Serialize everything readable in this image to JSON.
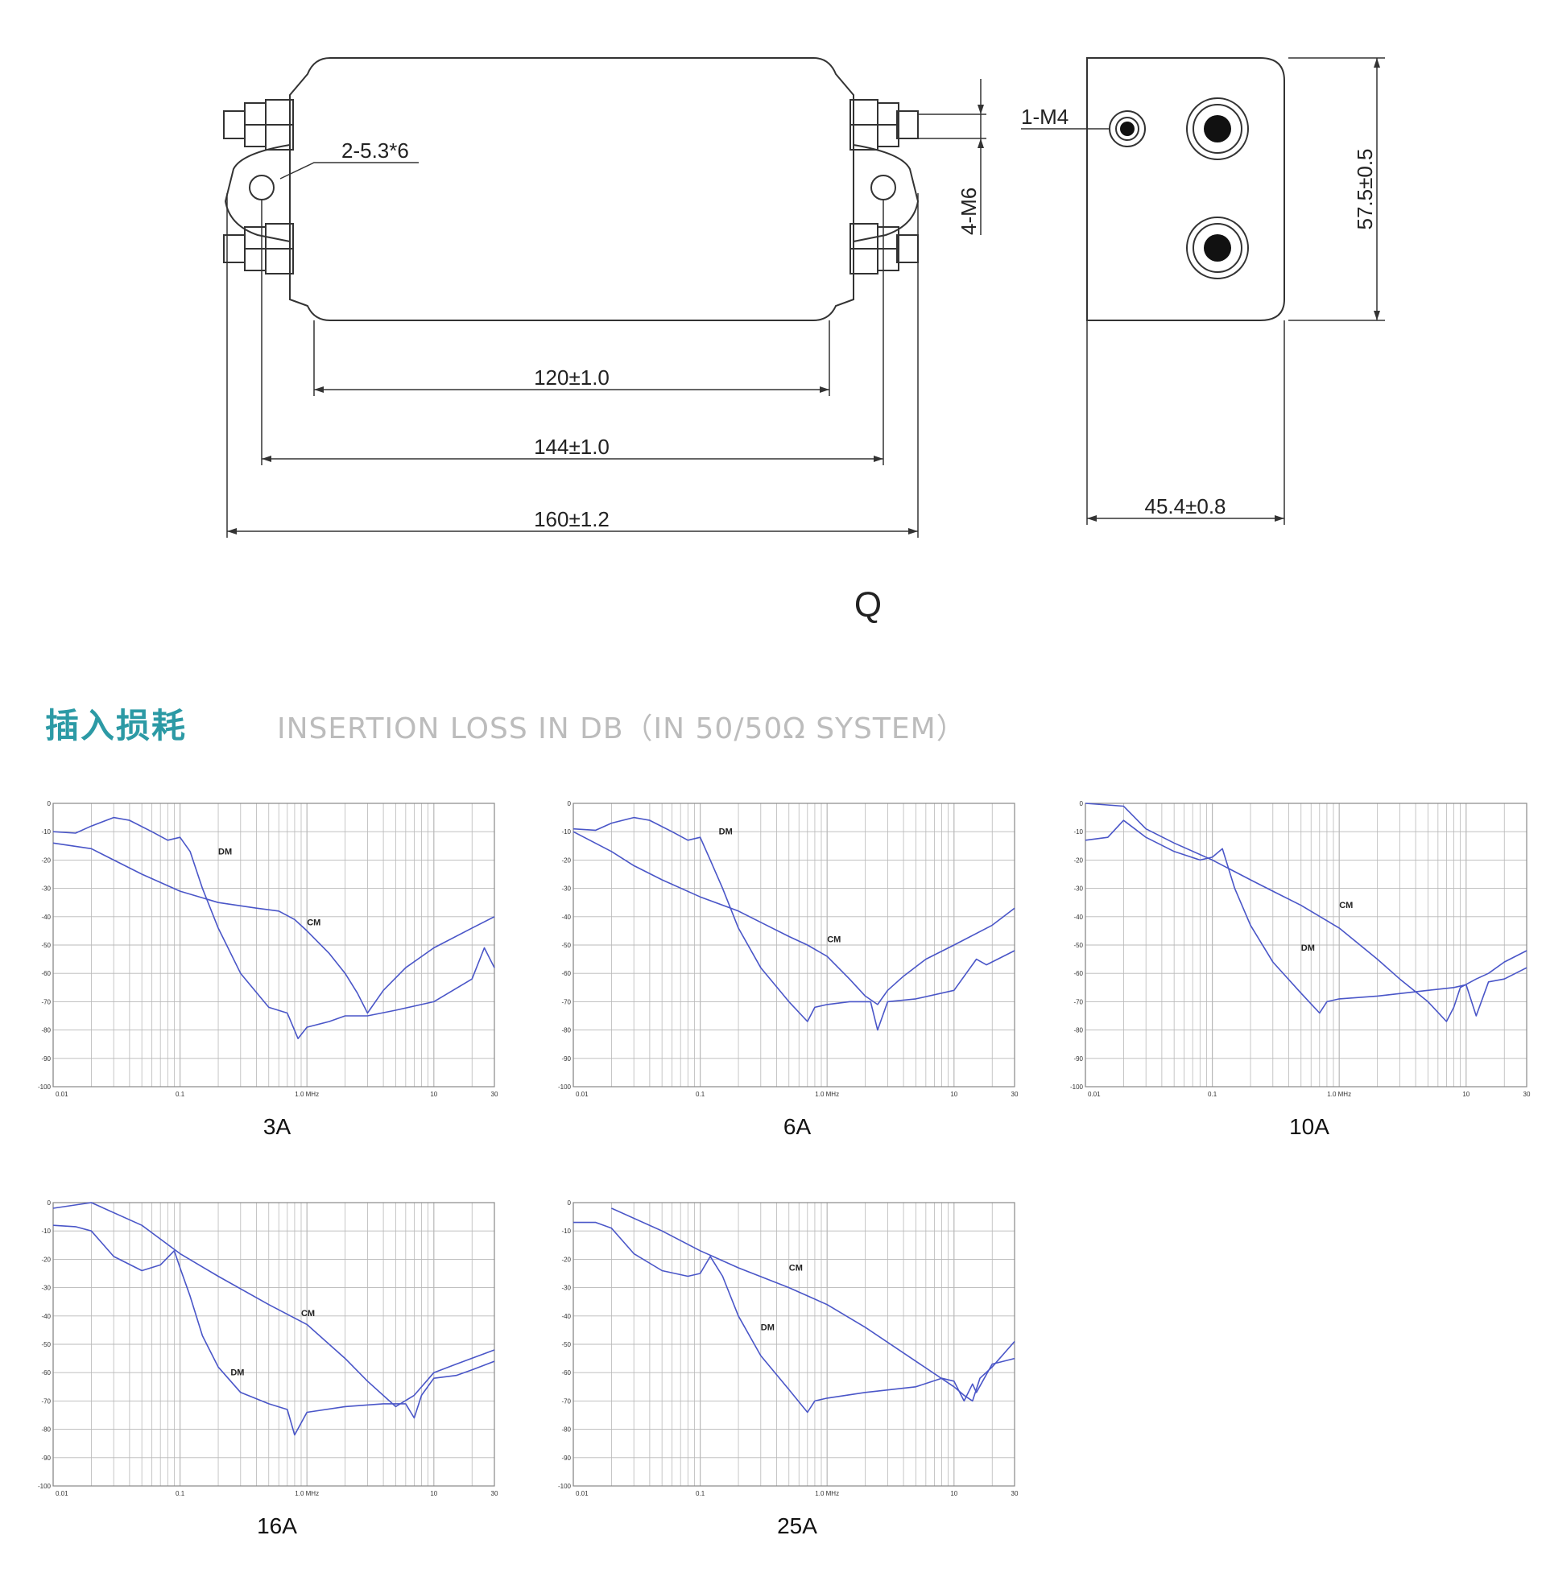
{
  "drawing": {
    "label_hole": "2-5.3*6",
    "label_m6": "4-M6",
    "label_m4": "1-M4",
    "dim_120": "120±1.0",
    "dim_144": "144±1.0",
    "dim_160": "160±1.2",
    "dim_height": "57.5±0.5",
    "dim_depth": "45.4±0.8",
    "model": "Q"
  },
  "section": {
    "title_cn": "插入损耗",
    "title_en": "INSERTION LOSS IN DB（IN 50/50Ω SYSTEM）"
  },
  "colors": {
    "curve": "#4a56c8",
    "grid": "#b8b8b8",
    "accent": "#2c9aa5"
  },
  "chart_data": [
    {
      "type": "line",
      "title": "3A",
      "scale_x": "log",
      "xlim": [
        0.01,
        30
      ],
      "ylim": [
        -100,
        0
      ],
      "x_ticks": [
        "0.01",
        "0.1",
        "1.0  MHz",
        "10",
        "30"
      ],
      "y_ticks": [
        "0",
        "-10",
        "-20",
        "-30",
        "-40",
        "-50",
        "-60",
        "-70",
        "-80",
        "-90",
        "-100"
      ],
      "series": [
        {
          "name": "DM",
          "x": [
            0.01,
            0.015,
            0.02,
            0.03,
            0.04,
            0.06,
            0.08,
            0.1,
            0.12,
            0.15,
            0.2,
            0.3,
            0.5,
            0.7,
            0.85,
            1.0,
            1.5,
            2,
            3,
            5,
            10,
            20,
            25,
            30
          ],
          "y": [
            -10,
            -10.5,
            -8,
            -5,
            -6,
            -10,
            -13,
            -12,
            -17,
            -30,
            -44,
            -60,
            -72,
            -74,
            -83,
            -79,
            -77,
            -75,
            -75,
            -73,
            -70,
            -62,
            -51,
            -58
          ]
        },
        {
          "name": "CM",
          "x": [
            0.01,
            0.02,
            0.03,
            0.05,
            0.1,
            0.2,
            0.4,
            0.6,
            0.8,
            1,
            1.5,
            2,
            2.5,
            3,
            4,
            6,
            10,
            20,
            30
          ],
          "y": [
            -14,
            -16,
            -20,
            -25,
            -31,
            -35,
            -37,
            -38,
            -41,
            -45,
            -53,
            -60,
            -67,
            -74,
            -66,
            -58,
            -51,
            -44,
            -40
          ]
        }
      ],
      "labels": [
        {
          "text": "DM",
          "x": 0.2,
          "y": -18
        },
        {
          "text": "CM",
          "x": 1.0,
          "y": -43
        }
      ]
    },
    {
      "type": "line",
      "title": "6A",
      "scale_x": "log",
      "xlim": [
        0.01,
        30
      ],
      "ylim": [
        -100,
        0
      ],
      "x_ticks": [
        "0.01",
        "0.1",
        "1.0  MHz",
        "10",
        "30"
      ],
      "y_ticks": [
        "0",
        "-10",
        "-20",
        "-30",
        "-40",
        "-50",
        "-60",
        "-70",
        "-80",
        "-90",
        "-100"
      ],
      "series": [
        {
          "name": "DM",
          "x": [
            0.01,
            0.015,
            0.02,
            0.03,
            0.04,
            0.06,
            0.08,
            0.1,
            0.12,
            0.15,
            0.2,
            0.3,
            0.5,
            0.7,
            0.8,
            1,
            1.5,
            2.2,
            2.5,
            3,
            5,
            10,
            15,
            18,
            30
          ],
          "y": [
            -9,
            -9.5,
            -7,
            -5,
            -6,
            -10,
            -13,
            -12,
            -20,
            -30,
            -44,
            -58,
            -70,
            -77,
            -72,
            -71,
            -70,
            -70,
            -80,
            -70,
            -69,
            -66,
            -55,
            -57,
            -52
          ]
        },
        {
          "name": "CM",
          "x": [
            0.01,
            0.02,
            0.03,
            0.05,
            0.1,
            0.2,
            0.3,
            0.5,
            0.7,
            1,
            1.5,
            2,
            2.5,
            3,
            4,
            6,
            10,
            20,
            30
          ],
          "y": [
            -10,
            -17,
            -22,
            -27,
            -33,
            -38,
            -42,
            -47,
            -50,
            -54,
            -62,
            -68,
            -71,
            -66,
            -61,
            -55,
            -50,
            -43,
            -37
          ]
        }
      ],
      "labels": [
        {
          "text": "DM",
          "x": 0.14,
          "y": -11
        },
        {
          "text": "CM",
          "x": 1.0,
          "y": -49
        }
      ]
    },
    {
      "type": "line",
      "title": "10A",
      "scale_x": "log",
      "xlim": [
        0.01,
        30
      ],
      "ylim": [
        -100,
        0
      ],
      "x_ticks": [
        "0.01",
        "0.1",
        "1.0  MHz",
        "10",
        "30"
      ],
      "y_ticks": [
        "0",
        "-10",
        "-20",
        "-30",
        "-40",
        "-50",
        "-60",
        "-70",
        "-80",
        "-90",
        "-100"
      ],
      "series": [
        {
          "name": "DM",
          "x": [
            0.01,
            0.015,
            0.02,
            0.03,
            0.05,
            0.08,
            0.1,
            0.12,
            0.15,
            0.2,
            0.3,
            0.5,
            0.7,
            0.8,
            1,
            2,
            5,
            8,
            10,
            12,
            15,
            20,
            30
          ],
          "y": [
            -13,
            -12,
            -6,
            -12,
            -17,
            -20,
            -19,
            -16,
            -30,
            -43,
            -56,
            -67,
            -74,
            -70,
            -69,
            -68,
            -66,
            -65,
            -64,
            -75,
            -63,
            -62,
            -58
          ]
        },
        {
          "name": "CM",
          "x": [
            0.01,
            0.02,
            0.03,
            0.05,
            0.1,
            0.2,
            0.3,
            0.5,
            1,
            2,
            3,
            5,
            7,
            8,
            9,
            12,
            15,
            20,
            30
          ],
          "y": [
            0,
            -1,
            -9,
            -14,
            -20,
            -27,
            -31,
            -36,
            -44,
            -55,
            -62,
            -70,
            -77,
            -72,
            -65,
            -62,
            -60,
            -56,
            -52
          ]
        }
      ],
      "labels": [
        {
          "text": "CM",
          "x": 1.0,
          "y": -37
        },
        {
          "text": "DM",
          "x": 0.5,
          "y": -52
        }
      ]
    },
    {
      "type": "line",
      "title": "16A",
      "scale_x": "log",
      "xlim": [
        0.01,
        30
      ],
      "ylim": [
        -100,
        0
      ],
      "x_ticks": [
        "0.01",
        "0.1",
        "1.0  MHz",
        "10",
        "30"
      ],
      "y_ticks": [
        "0",
        "-10",
        "-20",
        "-30",
        "-40",
        "-50",
        "-60",
        "-70",
        "-80",
        "-90",
        "-100"
      ],
      "series": [
        {
          "name": "DM",
          "x": [
            0.01,
            0.015,
            0.02,
            0.03,
            0.05,
            0.07,
            0.09,
            0.1,
            0.12,
            0.15,
            0.2,
            0.3,
            0.5,
            0.7,
            0.8,
            1,
            2,
            4,
            6,
            7,
            8,
            10,
            15,
            20,
            30
          ],
          "y": [
            -8,
            -8.5,
            -10,
            -19,
            -24,
            -22,
            -17,
            -23,
            -33,
            -47,
            -58,
            -67,
            -71,
            -73,
            -82,
            -74,
            -72,
            -71,
            -71,
            -76,
            -68,
            -62,
            -61,
            -59,
            -56
          ]
        },
        {
          "name": "CM",
          "x": [
            0.01,
            0.02,
            0.05,
            0.1,
            0.2,
            0.5,
            1,
            2,
            3,
            5,
            7,
            10,
            15,
            30
          ],
          "y": [
            -2,
            0,
            -8,
            -18,
            -26,
            -36,
            -43,
            -55,
            -63,
            -72,
            -68,
            -60,
            -57,
            -52
          ]
        }
      ],
      "labels": [
        {
          "text": "CM",
          "x": 0.9,
          "y": -40
        },
        {
          "text": "DM",
          "x": 0.25,
          "y": -61
        }
      ]
    },
    {
      "type": "line",
      "title": "25A",
      "scale_x": "log",
      "xlim": [
        0.01,
        30
      ],
      "ylim": [
        -100,
        0
      ],
      "x_ticks": [
        "0.01",
        "0.1",
        "1.0  MHz",
        "10",
        "30"
      ],
      "y_ticks": [
        "0",
        "-10",
        "-20",
        "-30",
        "-40",
        "-50",
        "-60",
        "-70",
        "-80",
        "-90",
        "-100"
      ],
      "series": [
        {
          "name": "DM",
          "x": [
            0.01,
            0.015,
            0.02,
            0.03,
            0.05,
            0.08,
            0.1,
            0.12,
            0.15,
            0.2,
            0.3,
            0.5,
            0.7,
            0.8,
            1,
            2,
            5,
            8,
            10,
            12,
            14,
            15,
            20,
            30
          ],
          "y": [
            -7,
            -7,
            -9,
            -18,
            -24,
            -26,
            -25,
            -19,
            -26,
            -40,
            -54,
            -66,
            -74,
            -70,
            -69,
            -67,
            -65,
            -62,
            -63,
            -70,
            -64,
            -67,
            -57,
            -55
          ]
        },
        {
          "name": "CM",
          "x": [
            0.02,
            0.05,
            0.1,
            0.2,
            0.5,
            1,
            2,
            5,
            10,
            12,
            14,
            16,
            20,
            30
          ],
          "y": [
            -2,
            -10,
            -17,
            -23,
            -30,
            -36,
            -44,
            -56,
            -65,
            -68,
            -70,
            -62,
            -58,
            -49
          ]
        }
      ],
      "labels": [
        {
          "text": "CM",
          "x": 0.5,
          "y": -24
        },
        {
          "text": "DM",
          "x": 0.3,
          "y": -45
        }
      ]
    }
  ]
}
